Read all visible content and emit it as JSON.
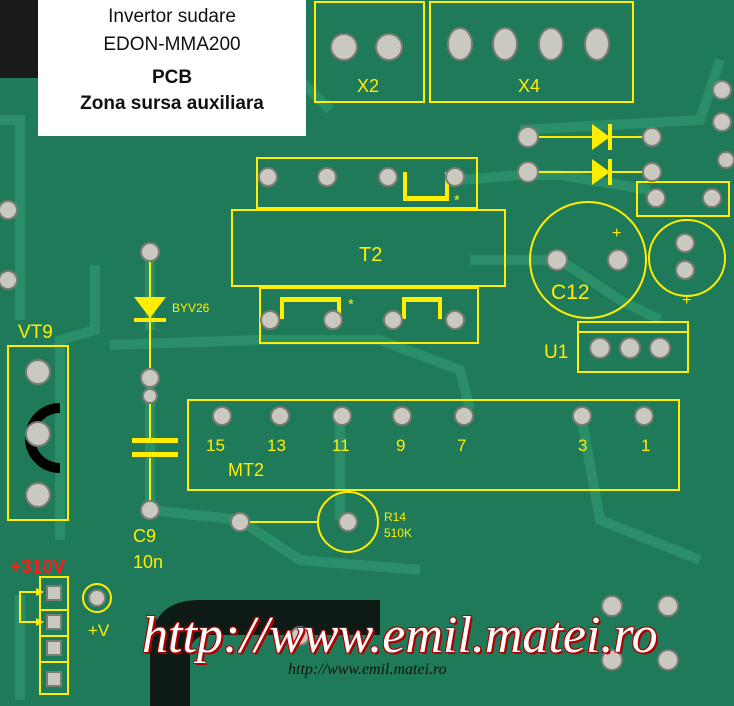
{
  "header": {
    "line1": "Invertor sudare",
    "line2": "EDON-MMA200",
    "line3": "PCB",
    "line4": "Zona sursa auxiliara"
  },
  "labels": {
    "x2": "X2",
    "x4": "X4",
    "t2": "T2",
    "c12": "C12",
    "c12_plus": "+",
    "cap_plus": "+",
    "u1": "U1",
    "vt9": "VT9",
    "byv26": "BYV26",
    "star1": "*",
    "star2": "*",
    "mt2": "MT2",
    "pin15": "15",
    "pin13": "13",
    "pin11": "11",
    "pin9": "9",
    "pin7": "7",
    "pin3": "3",
    "pin1": "1",
    "c9": "C9",
    "c9_value": "10n",
    "r14": "R14",
    "r14_value": "510K",
    "v310": "+310V",
    "plus_v": "+V"
  },
  "watermark": {
    "big": "http://www.emil.matei.ro",
    "small": "http://www.emil.matei.ro"
  },
  "colors": {
    "board": "#1f7a5a",
    "overlay": "#ffee00",
    "pad": "#c9c9c0",
    "warning": "#ff1a1a"
  }
}
